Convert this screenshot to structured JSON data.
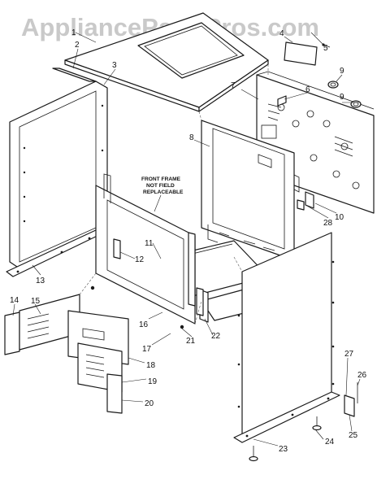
{
  "watermark": "AppliancePartsPros.com",
  "annotation": {
    "line1": "FRONT FRAME",
    "line2": "NOT FIELD",
    "line3": "REPLACEABLE"
  },
  "callouts": [
    {
      "id": "c1",
      "label": "1"
    },
    {
      "id": "c2",
      "label": "2"
    },
    {
      "id": "c3",
      "label": "3"
    },
    {
      "id": "c4",
      "label": "4"
    },
    {
      "id": "c5",
      "label": "5"
    },
    {
      "id": "c6",
      "label": "6"
    },
    {
      "id": "c7",
      "label": "7"
    },
    {
      "id": "c8",
      "label": "8"
    },
    {
      "id": "c9a",
      "label": "9"
    },
    {
      "id": "c9b",
      "label": "9"
    },
    {
      "id": "c10",
      "label": "10"
    },
    {
      "id": "c11",
      "label": "11"
    },
    {
      "id": "c12",
      "label": "12"
    },
    {
      "id": "c13",
      "label": "13"
    },
    {
      "id": "c14",
      "label": "14"
    },
    {
      "id": "c15",
      "label": "15"
    },
    {
      "id": "c16",
      "label": "16"
    },
    {
      "id": "c17",
      "label": "17"
    },
    {
      "id": "c18",
      "label": "18"
    },
    {
      "id": "c19",
      "label": "19"
    },
    {
      "id": "c20",
      "label": "20"
    },
    {
      "id": "c21",
      "label": "21"
    },
    {
      "id": "c22",
      "label": "22"
    },
    {
      "id": "c23",
      "label": "23"
    },
    {
      "id": "c24",
      "label": "24"
    },
    {
      "id": "c25",
      "label": "25"
    },
    {
      "id": "c26",
      "label": "26"
    },
    {
      "id": "c27",
      "label": "27"
    },
    {
      "id": "c28",
      "label": "28"
    }
  ]
}
